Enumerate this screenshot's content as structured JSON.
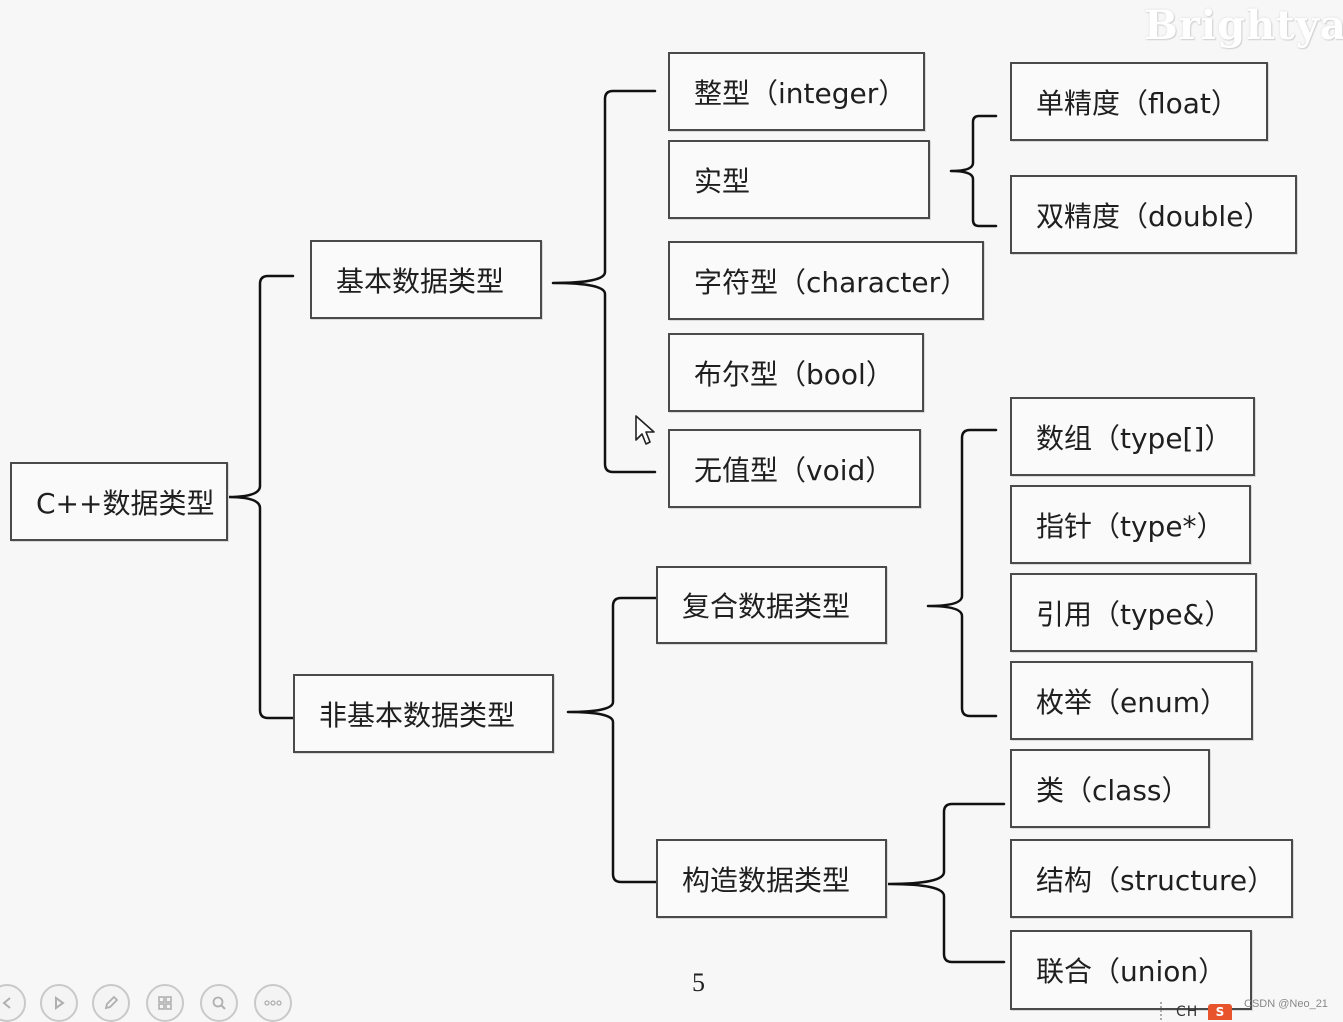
{
  "watermark": "Brightyang",
  "page_number": "5",
  "credit": "CSDN @Neo_21",
  "nodes": {
    "root": "C++数据类型",
    "basic": "基本数据类型",
    "non_basic": "非基本数据类型",
    "integer": "整型（integer）",
    "real": "实型",
    "float": "单精度（float）",
    "double": "双精度（double）",
    "character": "字符型（character）",
    "bool": "布尔型（bool）",
    "void": "无值型（void）",
    "compound": "复合数据类型",
    "constructed": "构造数据类型",
    "array": "数组（type[]）",
    "pointer": "指针（type*）",
    "reference": "引用（type&）",
    "enum": "枚举（enum）",
    "class": "类（class）",
    "structure": "结构（structure）",
    "union": "联合（union）"
  },
  "toolbar": {
    "buttons": [
      "previous-icon",
      "play-icon",
      "pen-icon",
      "slides-icon",
      "zoom-icon",
      "more-icon"
    ]
  },
  "ime": {
    "label": "CH",
    "badge": "S"
  }
}
